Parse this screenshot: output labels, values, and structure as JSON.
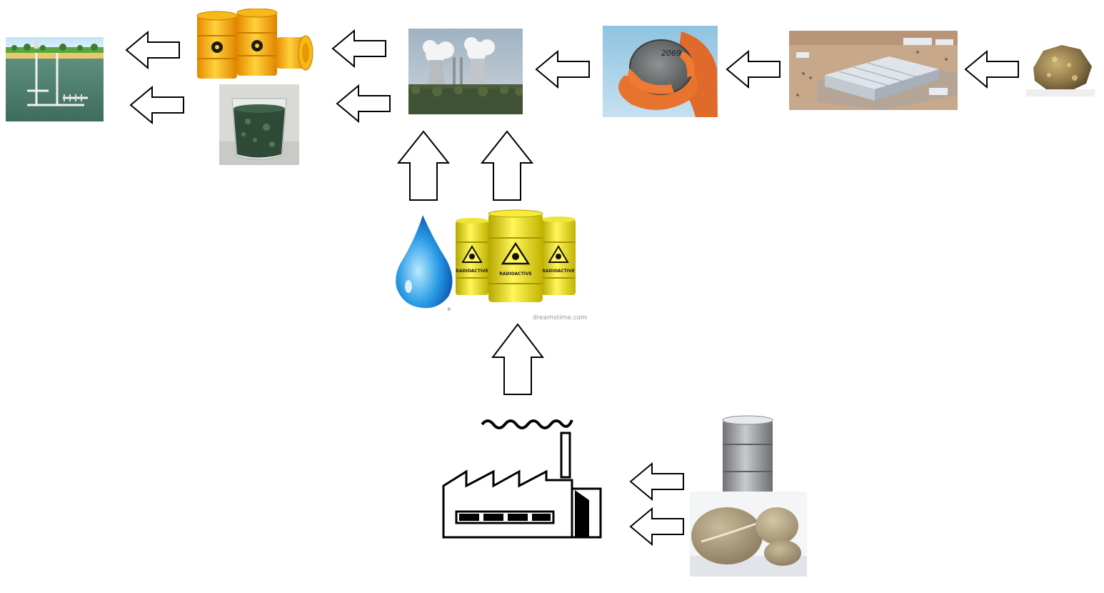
{
  "diagram": {
    "nodes": [
      {
        "id": "repository",
        "icon": "geologic-repository-icon"
      },
      {
        "id": "spent-fuel-drums",
        "icon": "radioactive-drums-icon"
      },
      {
        "id": "liquid-waste",
        "icon": "liquid-waste-glass-icon"
      },
      {
        "id": "power-plant",
        "icon": "nuclear-power-plant-icon"
      },
      {
        "id": "uranium-ingot",
        "icon": "uranium-ingot-icon"
      },
      {
        "id": "enrichment-plant",
        "icon": "enrichment-facility-icon"
      },
      {
        "id": "uranium-ore",
        "icon": "uranium-ore-icon"
      },
      {
        "id": "water-and-fuel",
        "icon": "water-drop-and-yellow-drums-icon"
      },
      {
        "id": "factory",
        "icon": "factory-icon"
      },
      {
        "id": "steel-drum",
        "icon": "steel-drum-icon"
      },
      {
        "id": "rocks",
        "icon": "rocks-icon"
      }
    ],
    "arrows": [
      {
        "from": "uranium-ore",
        "to": "enrichment-plant",
        "direction": "left"
      },
      {
        "from": "enrichment-plant",
        "to": "uranium-ingot",
        "direction": "left"
      },
      {
        "from": "uranium-ingot",
        "to": "power-plant",
        "direction": "left"
      },
      {
        "from": "power-plant",
        "to": "spent-fuel-drums",
        "direction": "left"
      },
      {
        "from": "power-plant",
        "to": "liquid-waste",
        "direction": "left"
      },
      {
        "from": "spent-fuel-drums",
        "to": "repository",
        "direction": "left"
      },
      {
        "from": "liquid-waste",
        "to": "repository",
        "direction": "left"
      },
      {
        "from": "water-and-fuel",
        "to": "power-plant",
        "direction": "up"
      },
      {
        "from": "water-and-fuel",
        "to": "power-plant",
        "direction": "up"
      },
      {
        "from": "factory",
        "to": "water-and-fuel",
        "direction": "up"
      },
      {
        "from": "steel-drum",
        "to": "factory",
        "direction": "left"
      },
      {
        "from": "rocks",
        "to": "factory",
        "direction": "left"
      }
    ],
    "embedded_text": {
      "ingot_label": "2069",
      "drum_label": "RADIOACTIVE",
      "watermark": "dreamstime.com",
      "copyright": "©"
    }
  }
}
